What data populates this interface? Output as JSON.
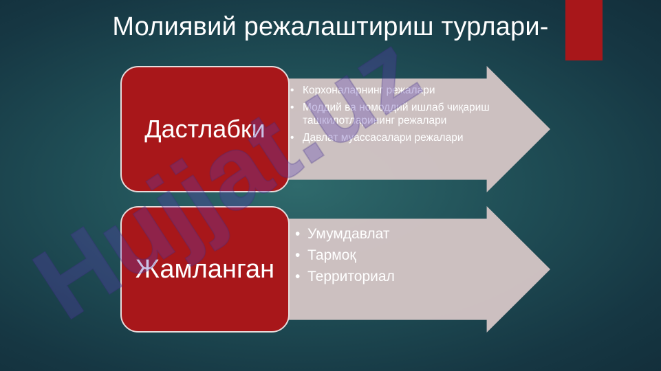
{
  "title": "Молиявий режалаштириш турлари-",
  "blocks": [
    {
      "label": "Дастлабки",
      "items": [
        "Корхоналарнинг режалари",
        "Моддий ва номоддий ишлаб чиқариш ташкилотларининг режалари",
        "Давлат муассасалари режалари"
      ]
    },
    {
      "label": "Жамланган",
      "items": [
        "Умумдавлат",
        "Тармоқ",
        "Территориал"
      ]
    }
  ],
  "watermark": "Hujjat.uz",
  "colors": {
    "accent_red": "#a8171a",
    "arrow_fill": "#d3c5c5",
    "watermark": "#5b3fb0"
  }
}
